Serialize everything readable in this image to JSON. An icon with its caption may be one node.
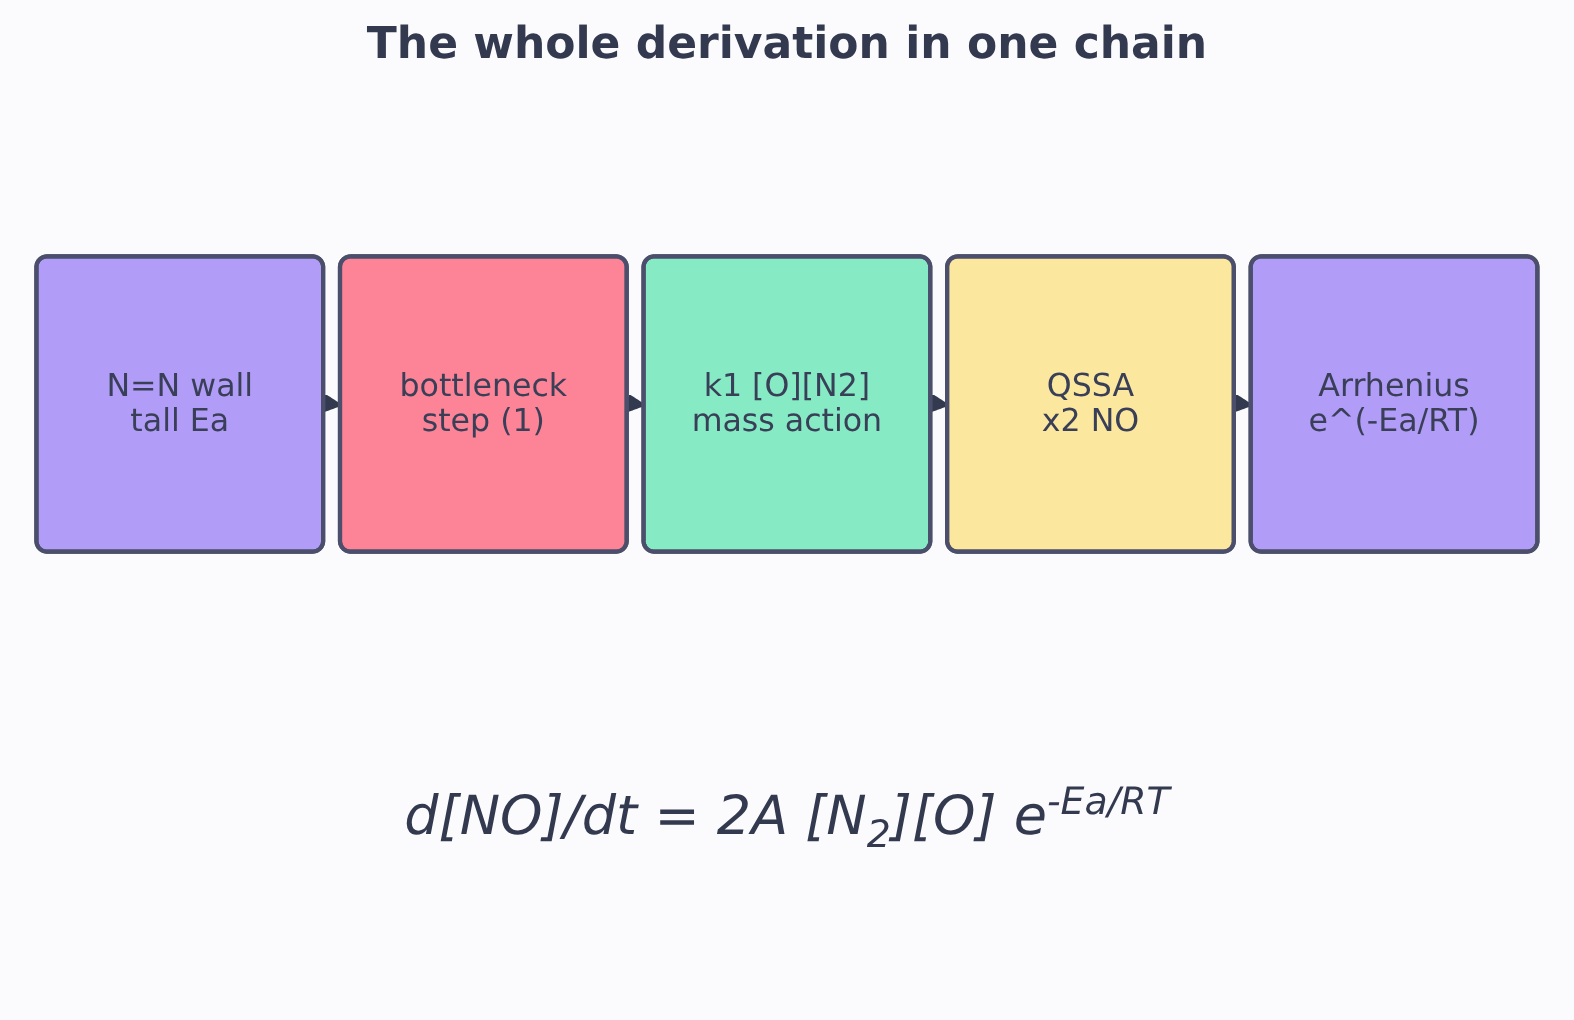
{
  "diagram": {
    "title": "The whole derivation in one chain",
    "nodes": [
      {
        "text": [
          "N=N wall tall Ea"
        ]
      },
      {
        "text": [
          "bottleneck step (1)"
        ]
      },
      {
        "text": [
          "k1 [O][N2] mass action"
        ]
      },
      {
        "text": [
          "QSSA x2 NO"
        ]
      },
      {
        "text": [
          "Arrhenius e^(-Ea/RT)"
        ]
      }
    ],
    "edges": [
      {
        "from": 0,
        "to": 1,
        "arrow": "to"
      },
      {
        "from": 1,
        "to": 2,
        "arrow": "to"
      },
      {
        "from": 2,
        "to": 3,
        "arrow": "to"
      },
      {
        "from": 3,
        "to": 4,
        "arrow": "to"
      }
    ],
    "labels": [
      "d[NO]/dt = 2A [N$_{2}$][O] e$^{-Ea/RT}$"
    ]
  }
}
